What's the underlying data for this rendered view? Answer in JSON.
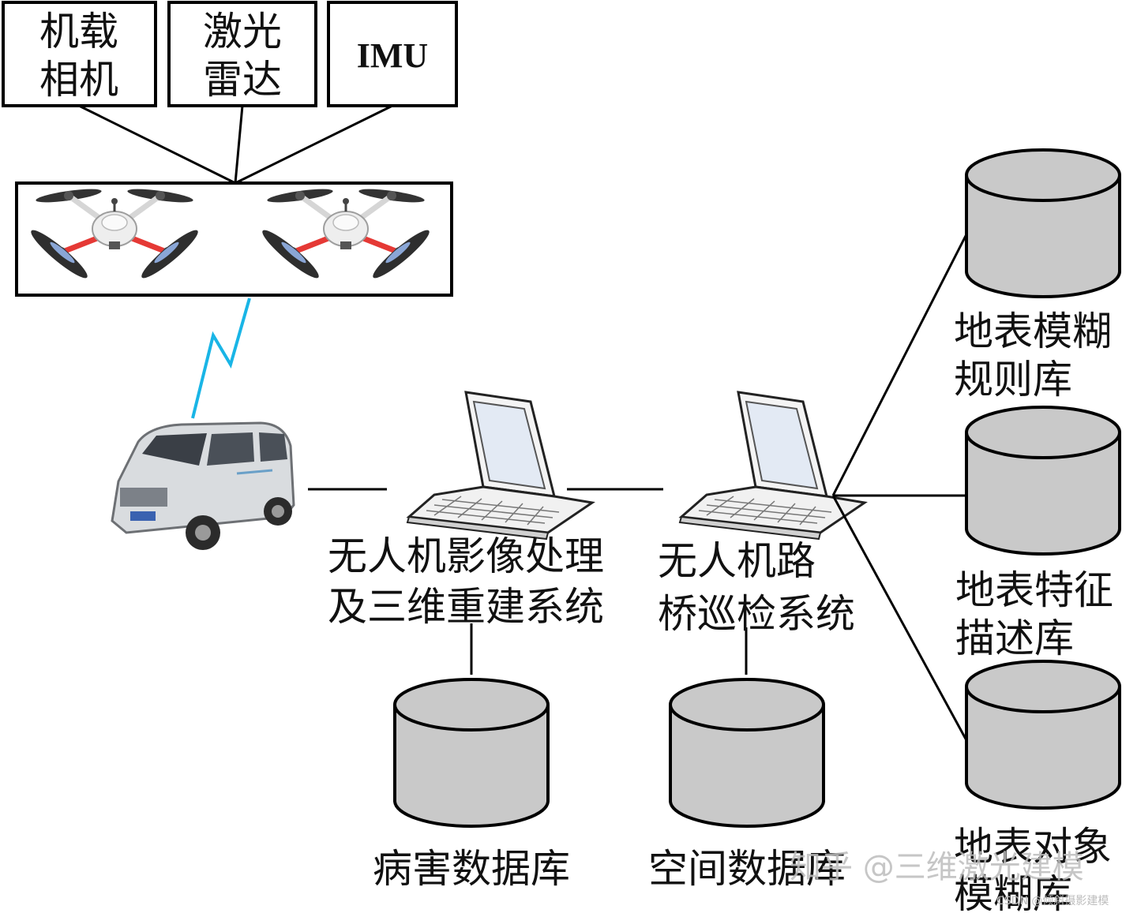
{
  "sensors": [
    {
      "lines": [
        "机载",
        "相机"
      ],
      "icon": "camera"
    },
    {
      "lines": [
        "激光",
        "雷达"
      ],
      "icon": "lidar"
    },
    {
      "lines": [
        "IMU"
      ],
      "icon": "imu"
    }
  ],
  "drones": {
    "count": 2,
    "arm_color": "#e53935"
  },
  "wireless_link": {
    "icon": "lightning-signal-icon",
    "color": "#19b5e6"
  },
  "vehicle": {
    "icon": "van-icon"
  },
  "systems": [
    {
      "lines": [
        "无人机影像处理",
        "及三维重建系统"
      ],
      "icon": "laptop-icon"
    },
    {
      "lines": [
        "无人机路",
        "桥巡检系统"
      ],
      "icon": "laptop-icon"
    }
  ],
  "databases": {
    "bottom": [
      {
        "label": "病害数据库"
      },
      {
        "label": "空间数据库"
      }
    ],
    "right": [
      {
        "lines": [
          "地表模糊",
          "规则库"
        ]
      },
      {
        "lines": [
          "地表特征",
          "描述库"
        ]
      },
      {
        "lines": [
          "地表对象",
          "模糊库"
        ]
      }
    ],
    "cylinder_color": "#c9c9c9"
  },
  "watermark": {
    "main": "知乎 @三维激光建模",
    "sub": "CSDN @倾斜摄影建模"
  }
}
